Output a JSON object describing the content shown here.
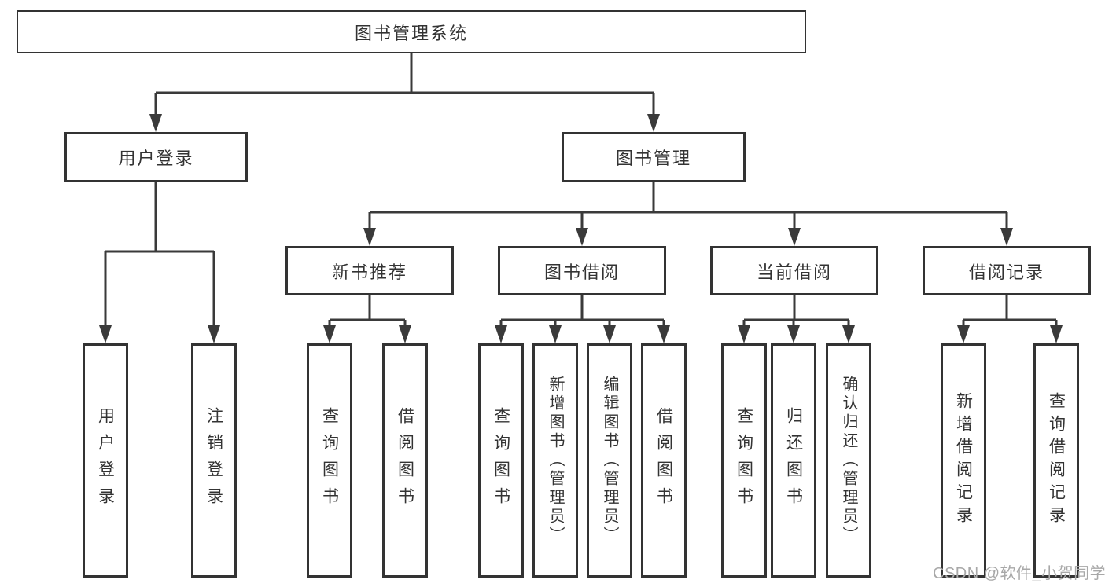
{
  "diagram": {
    "root": {
      "label": "图书管理系统"
    },
    "user_login": {
      "label": "用户登录",
      "leaves": [
        "用户登录",
        "注销登录"
      ]
    },
    "book_management": {
      "label": "图书管理",
      "children": {
        "new_book": {
          "label": "新书推荐",
          "leaves": [
            "查询图书",
            "借阅图书"
          ]
        },
        "borrow": {
          "label": "图书借阅",
          "leaves": [
            "查询图书",
            "新增图书（管理员）",
            "编辑图书（管理员）",
            "借阅图书"
          ]
        },
        "current": {
          "label": "当前借阅",
          "leaves": [
            "查询图书",
            "归还图书",
            "确认归还（管理员）"
          ]
        },
        "records": {
          "label": "借阅记录",
          "leaves": [
            "新增借阅记录",
            "查询借阅记录"
          ]
        }
      }
    }
  },
  "watermark": "CSDN @软件_小贺同学",
  "colors": {
    "line": "#3a3a3a",
    "box_border": "#333333",
    "text": "#333333",
    "watermark_text": "#a8a8a8",
    "background": "#ffffff"
  }
}
